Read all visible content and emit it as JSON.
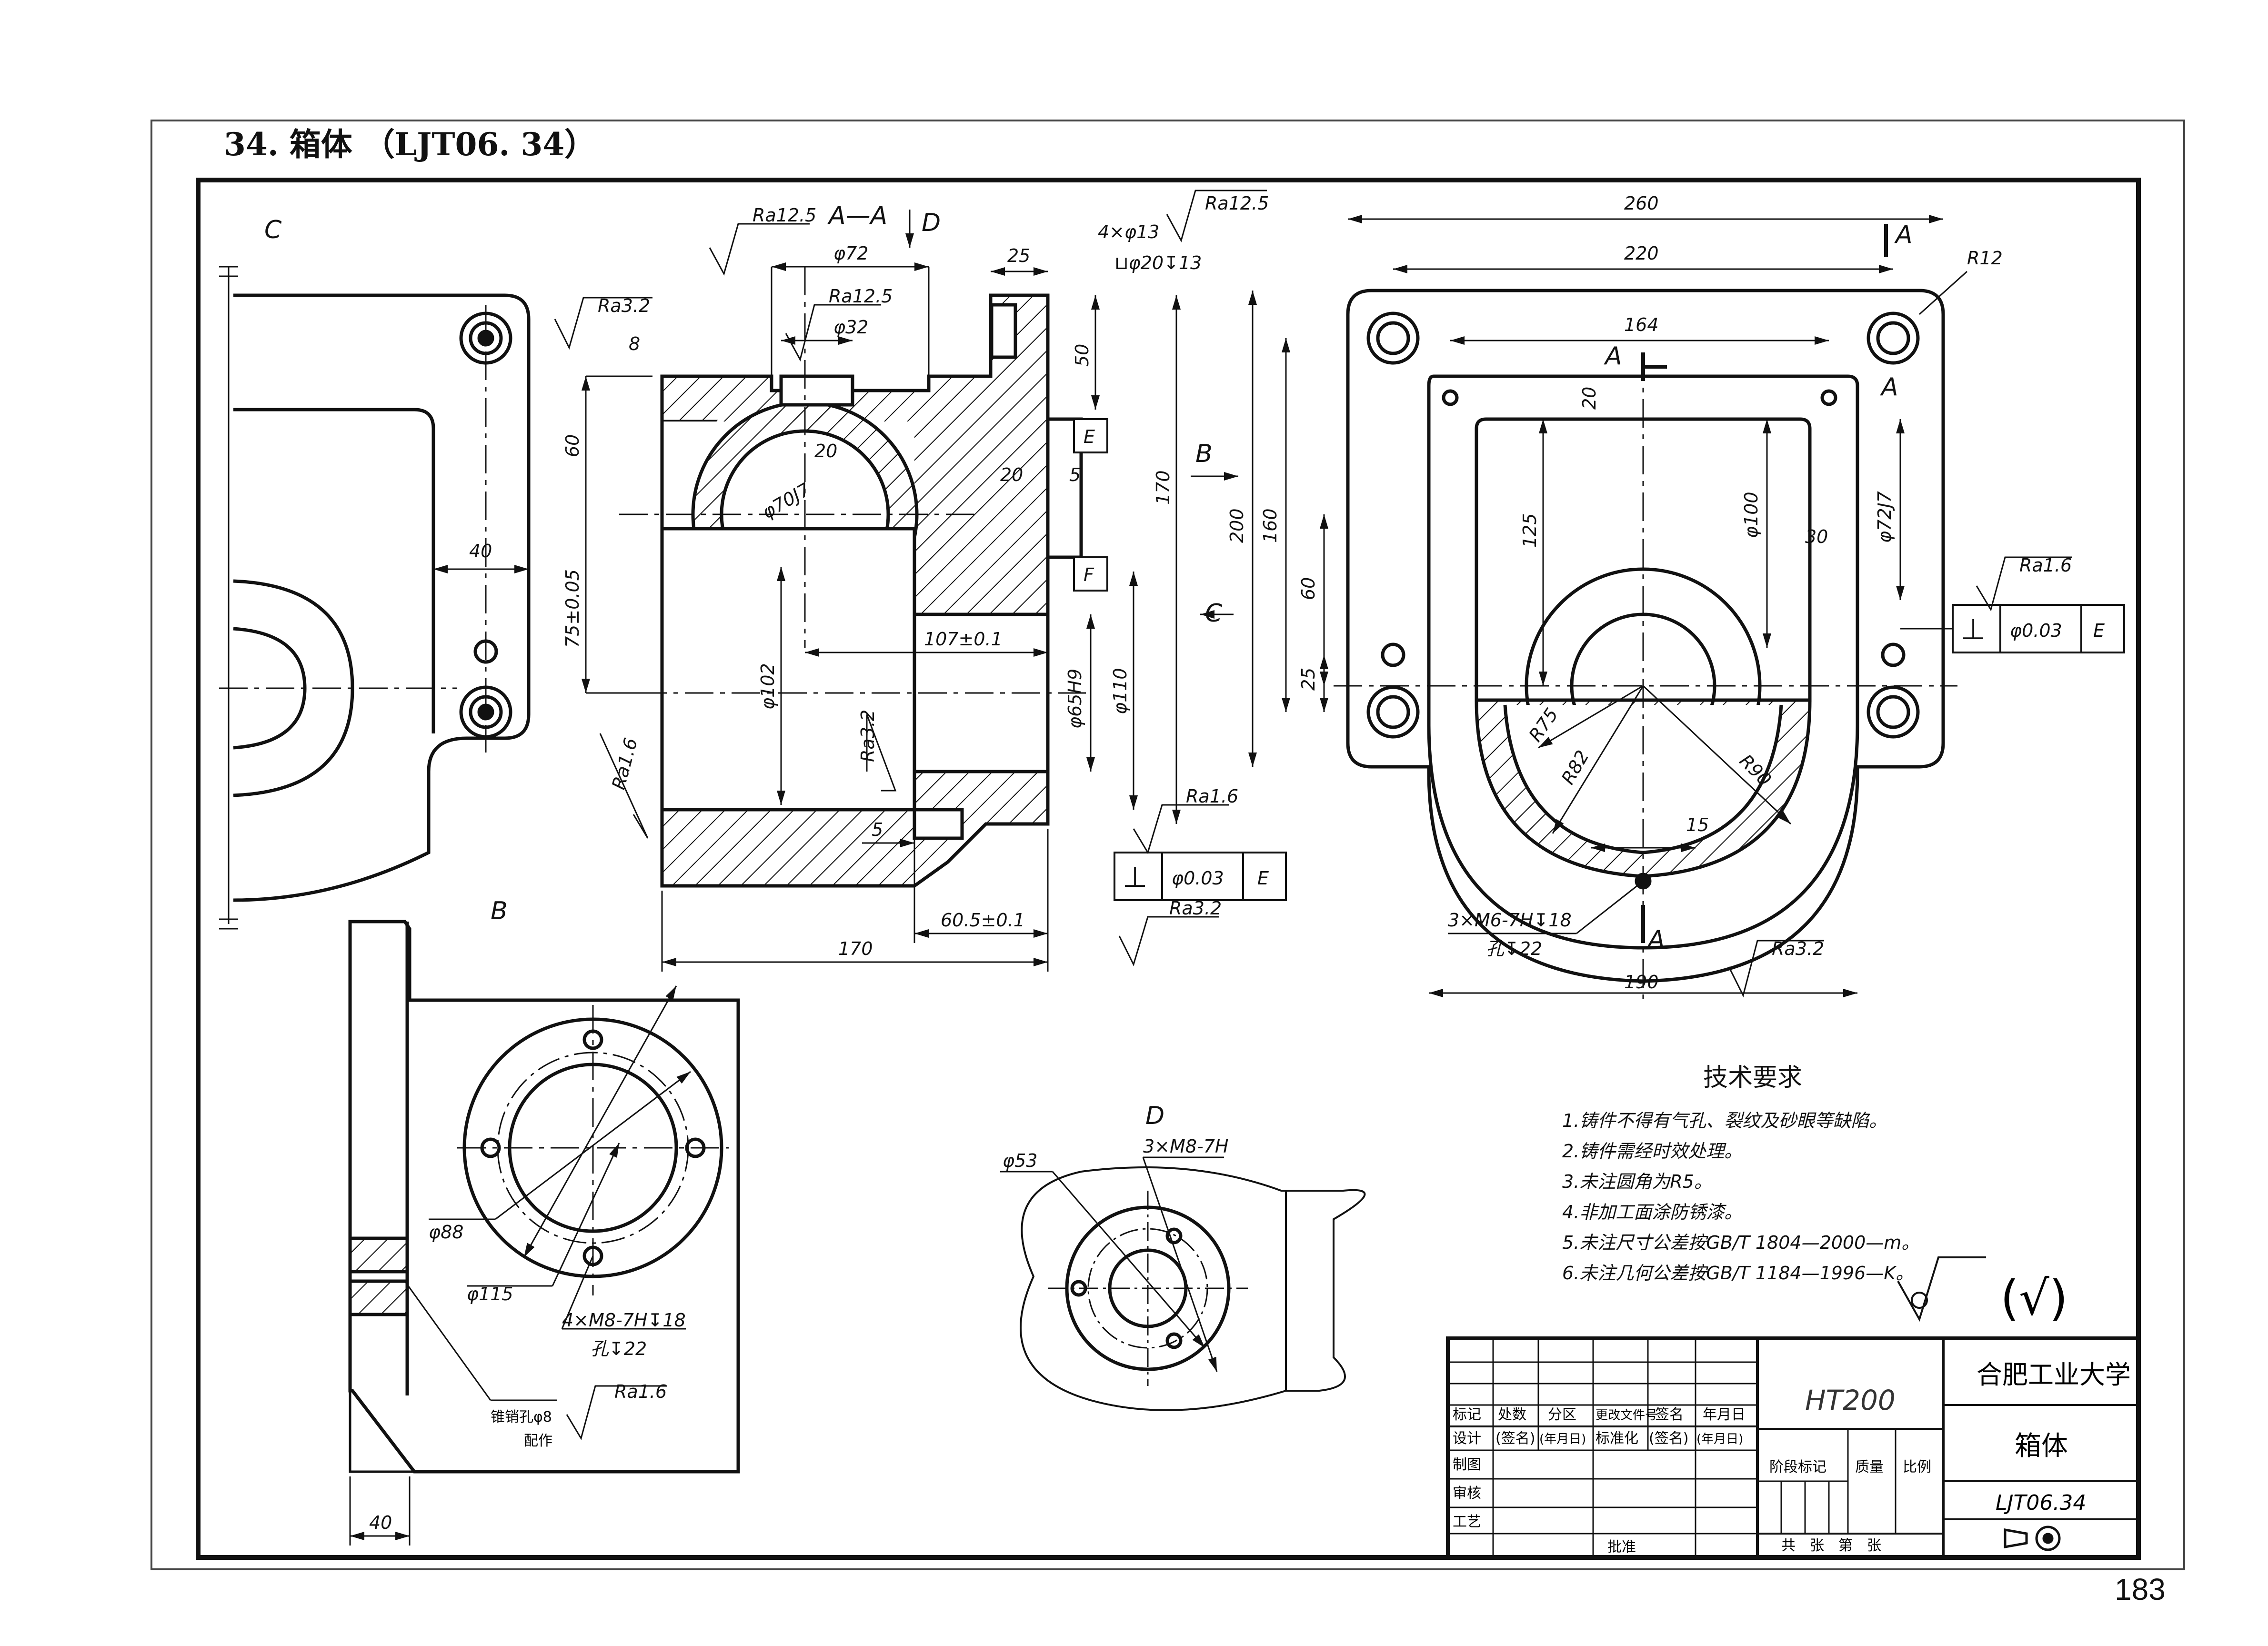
{
  "header": {
    "title": "34. 箱体 （LJT06. 34）"
  },
  "page_number": "183",
  "views": {
    "section_aa": {
      "label": "A—A",
      "view_arrow": "D",
      "dims": [
        "φ72",
        "φ32",
        "25",
        "4×φ13",
        "⊔φ20↧13",
        "8",
        "60",
        "75±0.05",
        "20",
        "20",
        "5",
        "φ70J7",
        "50",
        "170",
        "φ102",
        "107±0.1",
        "φ65H9",
        "φ110",
        "5",
        "60.5±0.1",
        "170"
      ],
      "roughness": [
        "Ra12.5",
        "Ra12.5",
        "Ra12.5",
        "Ra3.2",
        "Ra3.2",
        "Ra1.6",
        "Ra1.6",
        "Ra3.2"
      ],
      "datum_e": "E",
      "datum_f": "F",
      "tolerance": {
        "symbol": "⊥",
        "value": "φ0.03",
        "datum": "E"
      },
      "arrow_b": "B",
      "arrow_c": "C"
    },
    "main_view": {
      "dims": [
        "260",
        "220",
        "164",
        "R12",
        "200",
        "160",
        "20",
        "125",
        "60",
        "25",
        "φ100",
        "30",
        "φ72J7",
        "R75",
        "R82",
        "R90",
        "15",
        "190"
      ],
      "section_mark": "A",
      "roughness": [
        "Ra1.6",
        "Ra3.2"
      ],
      "tolerance": {
        "symbol": "⊥",
        "value": "φ0.03",
        "datum": "E"
      },
      "thread_note_1": "3×M6-7H↧18",
      "thread_note_2": "孔↧22"
    },
    "view_c": {
      "label": "C",
      "dims": [
        "40"
      ]
    },
    "view_b": {
      "label": "B",
      "dims": [
        "φ88",
        "φ115",
        "40"
      ],
      "thread_note_1": "4×M8-7H↧18",
      "thread_note_2": "孔↧22",
      "pin_note_1": "锥销孔φ8",
      "pin_note_2": "配作",
      "roughness": "Ra1.6"
    },
    "view_d": {
      "label": "D",
      "dims": [
        "φ53",
        "3×M8-7H"
      ]
    }
  },
  "technical_requirements": {
    "title": "技术要求",
    "items": [
      "1.铸件不得有气孔、裂纹及砂眼等缺陷。",
      "2.铸件需经时效处理。",
      "3.未注圆角为R5。",
      "4.非加工面涂防锈漆。",
      "5.未注尺寸公差按GB/T 1804—2000—m。",
      "6.未注几何公差按GB/T 1184—1996—K。"
    ],
    "general_roughness": "(√)"
  },
  "title_block": {
    "material": "HT200",
    "school": "合肥工业大学",
    "part_name": "箱体",
    "drawing_number": "LJT06.34",
    "row_labels": [
      "标记",
      "处数",
      "分区",
      "更改文件号",
      "签名",
      "年月日"
    ],
    "row_design": [
      "设计",
      "(签名)",
      "(年月日)",
      "标准化",
      "(签名)",
      "(年月日)"
    ],
    "left_labels": [
      "制图",
      "审核",
      "工艺"
    ],
    "approve": "批准",
    "stage": "阶段标记",
    "weight": "质量",
    "scale": "比例",
    "sheets": "共　张　第　张"
  }
}
